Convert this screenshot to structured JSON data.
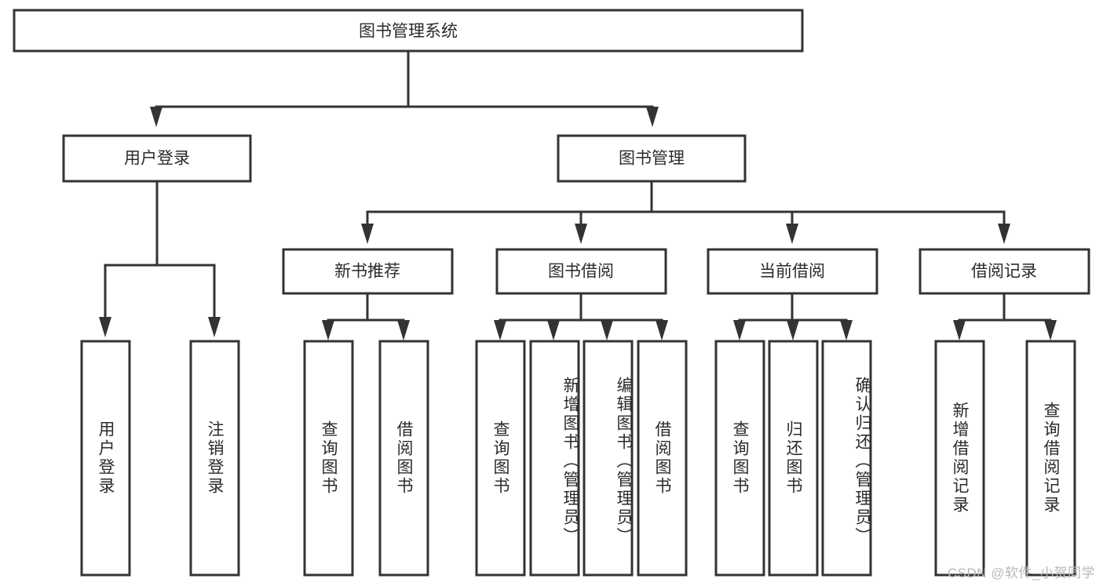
{
  "diagram": {
    "type": "hierarchy-tree",
    "title": "图书管理系统",
    "colors": {
      "background": "#ffffff",
      "box_fill": "#ffffff",
      "stroke": "#333333",
      "text": "#2b2b2b",
      "watermark": "#b8b8b8"
    },
    "root": {
      "label": "图书管理系统"
    },
    "level2": [
      {
        "label": "用户登录"
      },
      {
        "label": "图书管理"
      }
    ],
    "level3": [
      {
        "label": "新书推荐"
      },
      {
        "label": "图书借阅"
      },
      {
        "label": "当前借阅"
      },
      {
        "label": "借阅记录"
      }
    ],
    "leaves": {
      "user_login": [
        {
          "label": "用户登录"
        },
        {
          "label": "注销登录"
        }
      ],
      "new_book_recommend": [
        {
          "label": "查询图书"
        },
        {
          "label": "借阅图书"
        }
      ],
      "book_borrow": [
        {
          "label": "查询图书"
        },
        {
          "label": "新增图书（管理员）"
        },
        {
          "label": "编辑图书（管理员）"
        },
        {
          "label": "借阅图书"
        }
      ],
      "current_borrow": [
        {
          "label": "查询图书"
        },
        {
          "label": "归还图书"
        },
        {
          "label": "确认归还（管理员）"
        }
      ],
      "borrow_record": [
        {
          "label": "新增借阅记录"
        },
        {
          "label": "查询借阅记录"
        }
      ]
    }
  },
  "watermark": {
    "text": "CSDN @软件_小贺同学"
  }
}
